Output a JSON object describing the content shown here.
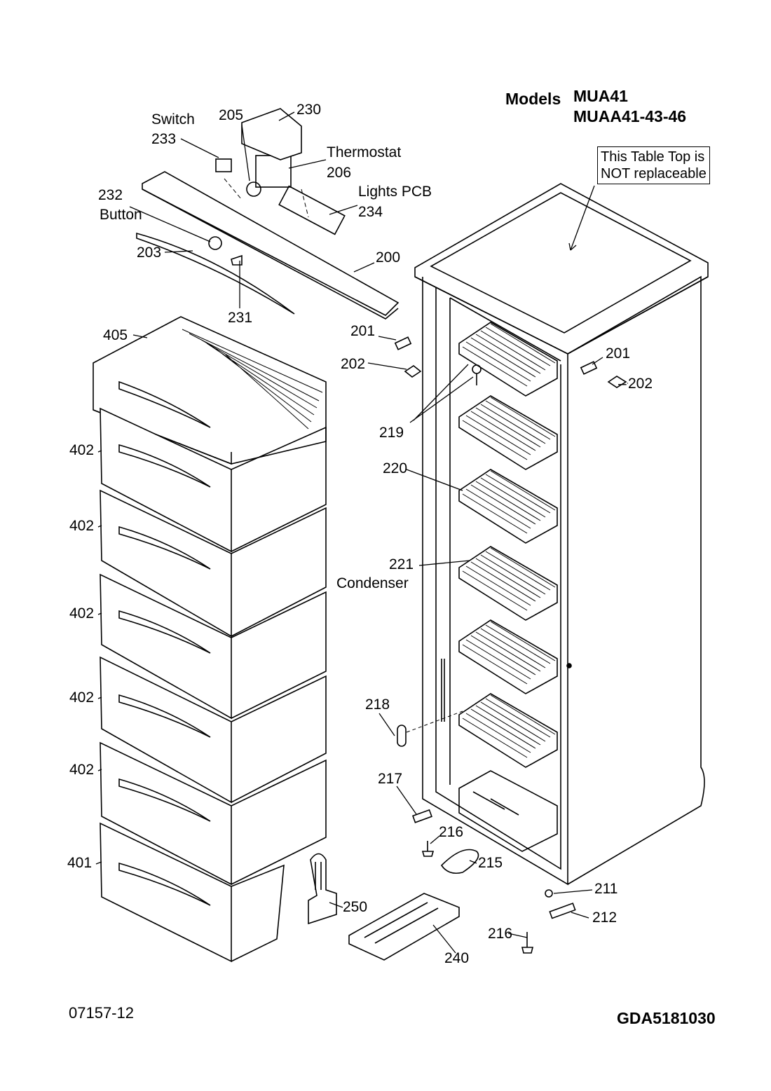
{
  "header": {
    "models_word": "Models",
    "model_line1": "MUA41",
    "model_line2": "MUAA41-43-46"
  },
  "note": {
    "line1": "This Table Top is",
    "line2": "NOT replaceable"
  },
  "footer": {
    "left_code": "07157-12",
    "right_code": "GDA5181030"
  },
  "callouts": {
    "c233_name": "Switch",
    "c233": "233",
    "c205": "205",
    "c230": "230",
    "c206_name": "Thermostat",
    "c206": "206",
    "c234_name": "Lights PCB",
    "c234": "234",
    "c232": "232",
    "c232_name": "Button",
    "c203": "203",
    "c200": "200",
    "c231": "231",
    "c405": "405",
    "c201a": "201",
    "c202a": "202",
    "c201b": "201",
    "c202b": "202",
    "c219": "219",
    "c220": "220",
    "c221": "221",
    "c221_name": "Condenser",
    "c402a": "402",
    "c402b": "402",
    "c402c": "402",
    "c402d": "402",
    "c402e": "402",
    "c401": "401",
    "c218": "218",
    "c217": "217",
    "c216a": "216",
    "c215": "215",
    "c211": "211",
    "c212": "212",
    "c216b": "216",
    "c250": "250",
    "c240": "240"
  }
}
